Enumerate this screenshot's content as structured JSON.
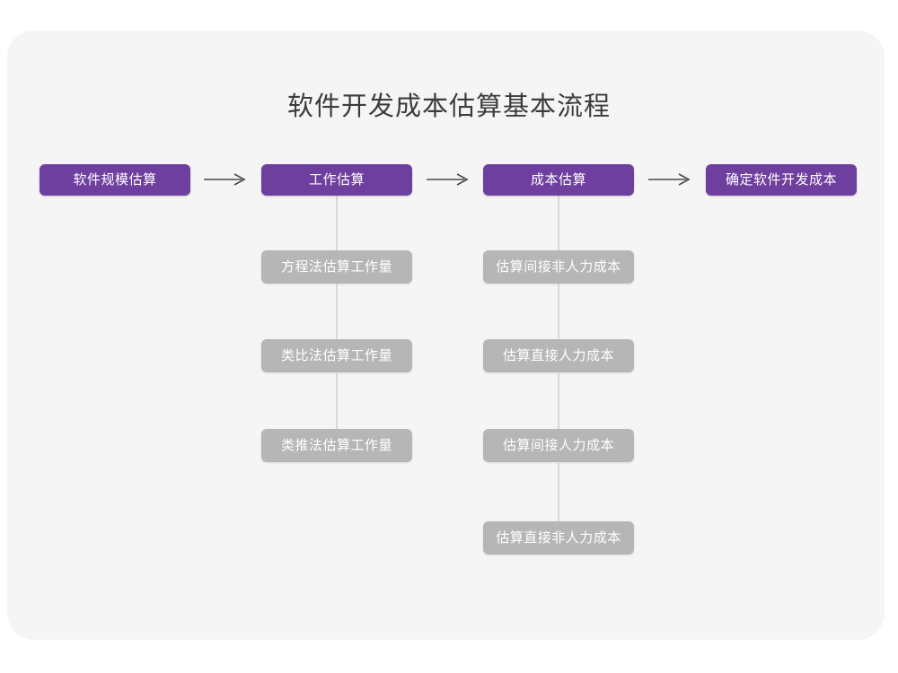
{
  "page": {
    "title": "软件开发成本估算基本流程",
    "card_background": "#f5f5f5",
    "canvas_background": "#ffffff"
  },
  "colors": {
    "primary": "#6e3f9e",
    "secondary": "#b6b6b6",
    "connector": "#d8d8d8",
    "title_text": "#3c3c3c",
    "arrow": "#4a4a4a"
  },
  "flow": {
    "main_steps": [
      {
        "label": "软件规模估算"
      },
      {
        "label": "工作估算"
      },
      {
        "label": "成本估算"
      },
      {
        "label": "确定软件开发成本"
      }
    ],
    "arrows": [
      {
        "glyph": "⟶"
      },
      {
        "glyph": "⟶"
      },
      {
        "glyph": "⟶"
      }
    ],
    "branches": [
      {
        "parent": "工作估算",
        "items": [
          {
            "label": "方程法估算工作量"
          },
          {
            "label": "类比法估算工作量"
          },
          {
            "label": "类推法估算工作量"
          }
        ]
      },
      {
        "parent": "成本估算",
        "items": [
          {
            "label": "估算间接非人力成本"
          },
          {
            "label": "估算直接人力成本"
          },
          {
            "label": "估算间接人力成本"
          },
          {
            "label": "估算直接非人力成本"
          }
        ]
      }
    ]
  }
}
